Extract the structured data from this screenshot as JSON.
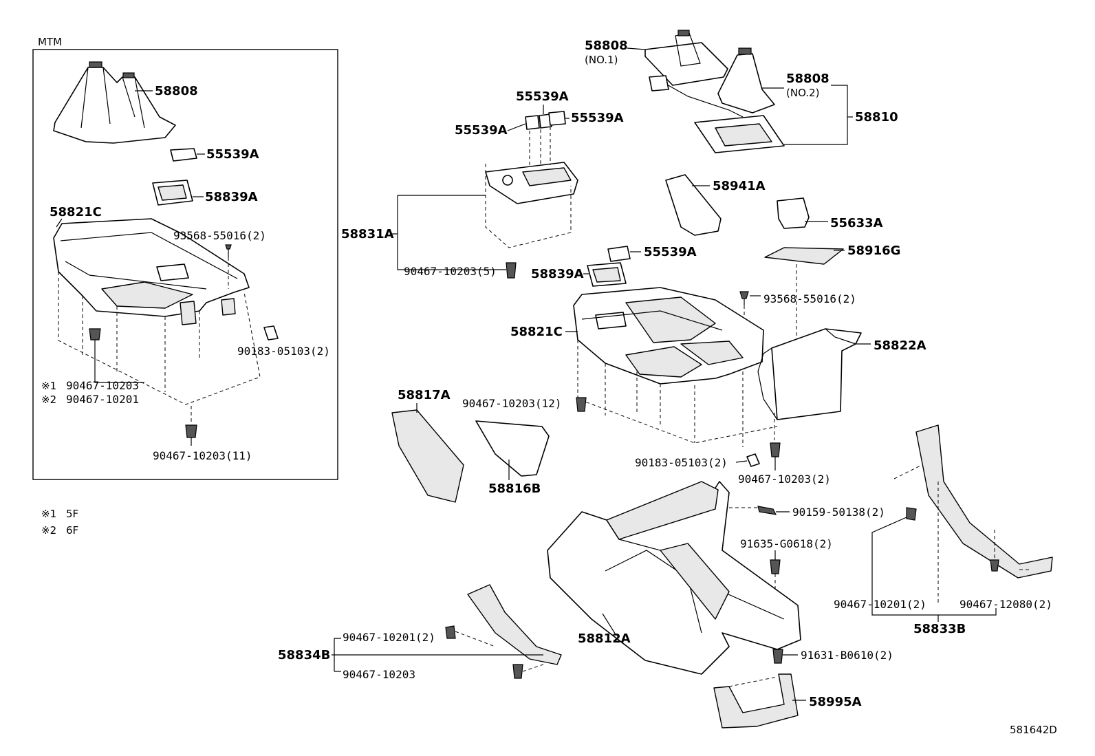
{
  "inset": {
    "title": "MTM",
    "labels": {
      "boot": "58808",
      "cap": "55539A",
      "bezel": "58839A",
      "panel": "58821C",
      "screw": "93568-55016(2)",
      "nut": "90183-05103(2)",
      "clip_a": "90467-10203",
      "clip_b": "90467-10201",
      "clip_c": "90467-10203(11)"
    },
    "markers": [
      "※1",
      "※2"
    ]
  },
  "legend": [
    {
      "marker": "※1",
      "text": "5F"
    },
    {
      "marker": "※2",
      "text": "6F"
    }
  ],
  "main": {
    "labels": {
      "boot_no1": "58808",
      "boot_no1_sub": "(NO.1)",
      "boot_no2": "58808",
      "boot_no2_sub": "(NO.2)",
      "assy": "58810",
      "cap_top": "55539A",
      "cap_left": "55539A",
      "cap_right": "55539A",
      "switch_base": "58831A",
      "clip5": "90467-10203(5)",
      "knob": "58941A",
      "holder": "55633A",
      "mat": "58916G",
      "cap_mid": "55539A",
      "bezel": "58839A",
      "screw": "93568-55016(2)",
      "panel": "58821C",
      "box": "58822A",
      "side_panel": "58817A",
      "clip12": "90467-10203(12)",
      "cover": "58816B",
      "nut": "90183-05103(2)",
      "clip2": "90467-10203(2)",
      "bolt1": "90159-50138(2)",
      "bolt2": "91635-G0618(2)",
      "console": "58812A",
      "bolt3": "91631-B0610(2)",
      "bracket": "58995A",
      "trim_r": "58833B",
      "clip_r1": "90467-10201(2)",
      "clip_r2": "90467-12080(2)",
      "trim_l": "58834B",
      "clip_l1": "90467-10201(2)",
      "clip_l2": "90467-10203"
    }
  },
  "diagram_id": "581642D"
}
